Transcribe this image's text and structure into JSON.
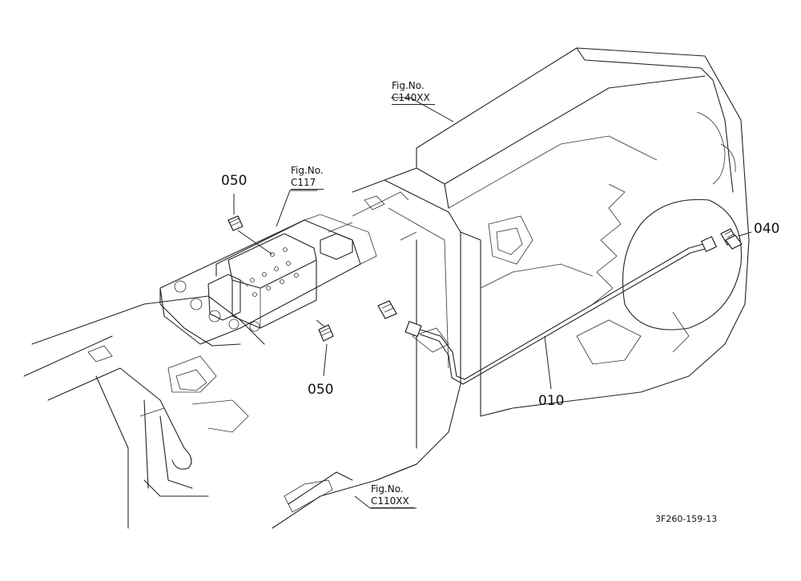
{
  "diagram": {
    "drawing_id": "3F260-159-13",
    "callouts": {
      "tube": "010",
      "fitting": "040",
      "plug_upper": "050",
      "plug_lower": "050"
    },
    "references": {
      "upper_housing": {
        "label": "Fig.No.",
        "code": "C140XX"
      },
      "valve_block": {
        "label": "Fig.No.",
        "code": "C117"
      },
      "lower_housing": {
        "label": "Fig.No.",
        "code": "C110XX"
      }
    }
  }
}
